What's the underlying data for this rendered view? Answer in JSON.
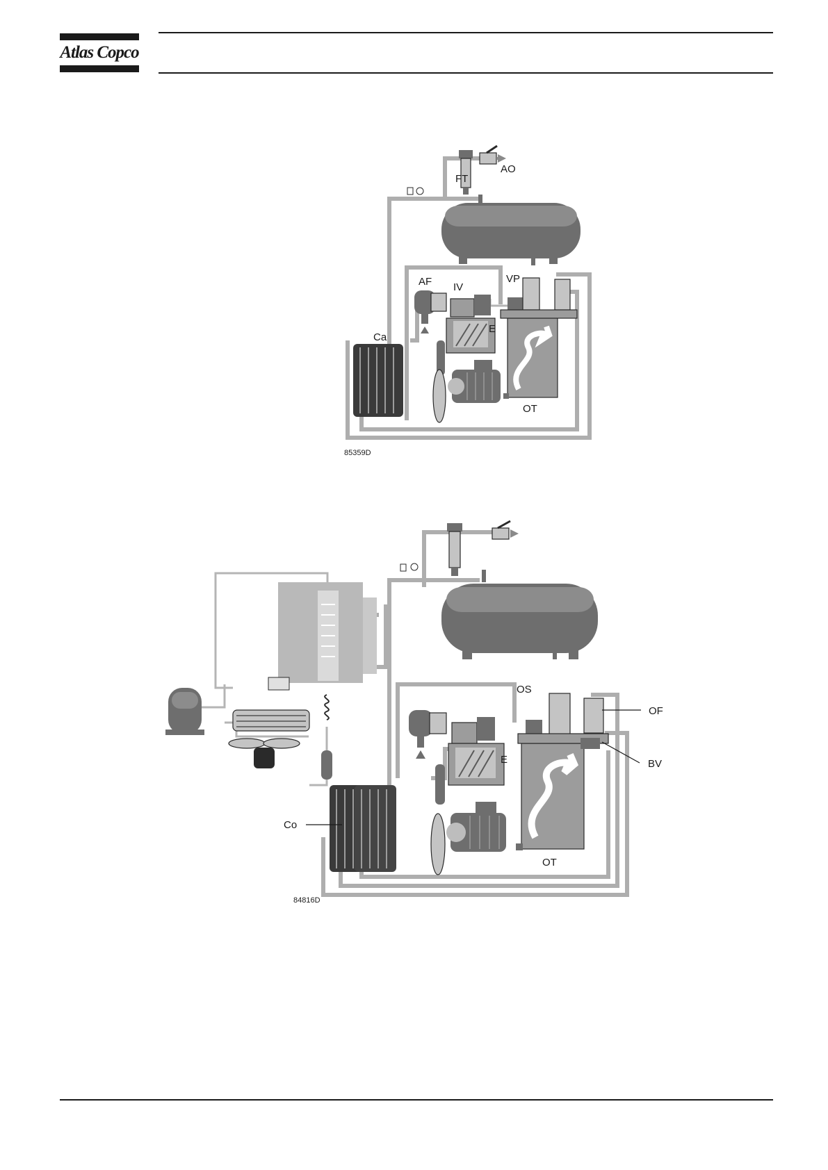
{
  "header": {
    "logo_text": "Atlas Copco"
  },
  "diagram_top": {
    "code": "85359D",
    "labels": {
      "ft": "FT",
      "ao": "AO",
      "af": "AF",
      "iv": "IV",
      "vp": "VP",
      "e": "E",
      "ca": "Ca",
      "ot": "OT"
    }
  },
  "diagram_bottom": {
    "code": "84816D",
    "labels": {
      "os": "OS",
      "of": "OF",
      "e": "E",
      "bv": "BV",
      "co": "Co",
      "ot": "OT"
    }
  }
}
